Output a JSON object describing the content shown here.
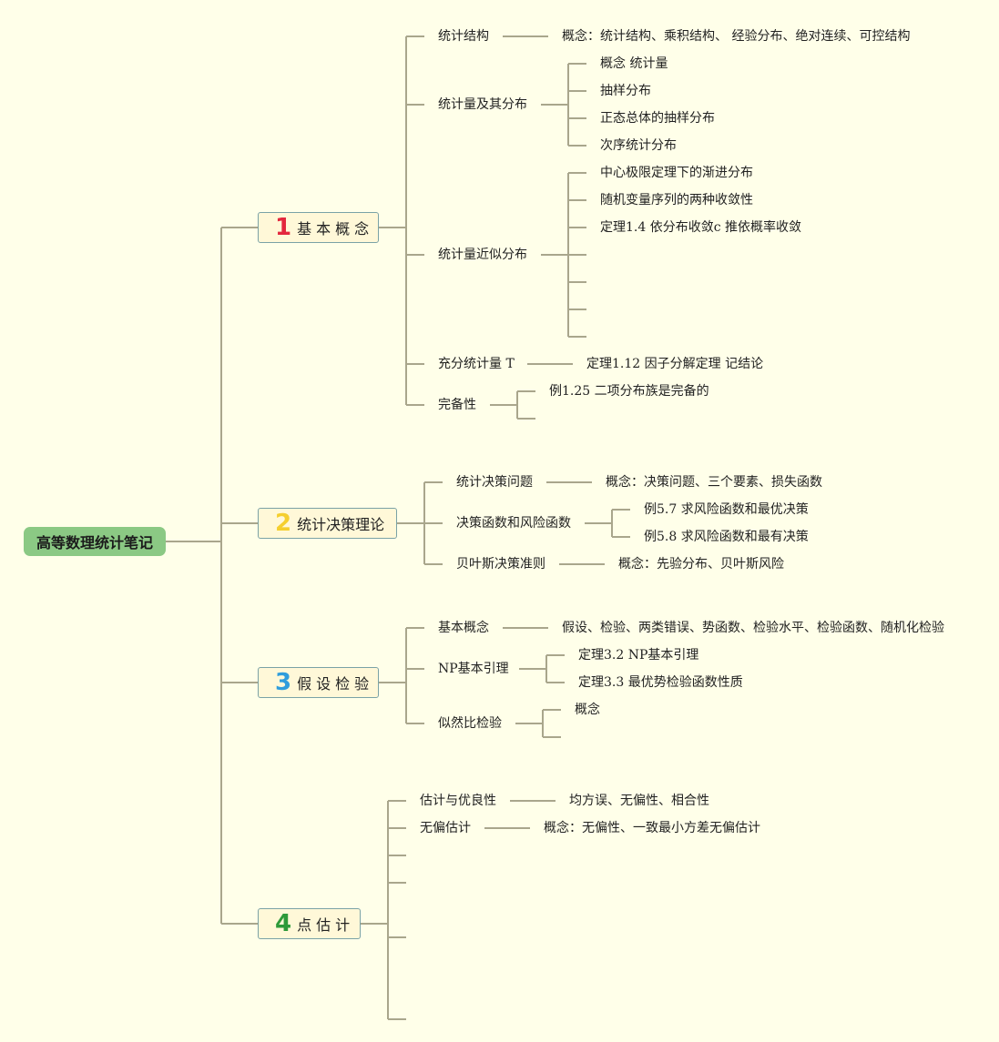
{
  "root": "高等数理统计笔记",
  "branches": [
    {
      "num": "1",
      "label": "基本概念",
      "num_color": "#e3273d"
    },
    {
      "num": "2",
      "label": "统计决策理论",
      "num_color": "#f5cf2e"
    },
    {
      "num": "3",
      "label": "假设检验",
      "num_color": "#2f9ddc"
    },
    {
      "num": "4",
      "label": "点估计",
      "num_color": "#2e9a3a"
    }
  ],
  "b1": {
    "s1": "统计结构",
    "s1_detail": "概念：统计结构、乘积结构、 经验分布、绝对连续、可控结构",
    "s2": "统计量及其分布",
    "s2_items": [
      "概念 统计量",
      "抽样分布",
      "正态总体的抽样分布",
      "次序统计分布"
    ],
    "s3": "统计量近似分布",
    "s3_items": [
      "中心极限定理下的渐进分布",
      "随机变量序列的两种收敛性",
      "定理1.4 依分布收敛c 推依概率收敛"
    ],
    "s4": "充分统计量 T",
    "s4_detail": "定理1.12 因子分解定理 记结论",
    "s5": "完备性",
    "s5_detail": "例1.25 二项分布族是完备的"
  },
  "b2": {
    "s1": "统计决策问题",
    "s1_detail": "概念：决策问题、三个要素、损失函数",
    "s2": "决策函数和风险函数",
    "s2_items": [
      "例5.7 求风险函数和最优决策",
      "例5.8 求风险函数和最有决策"
    ],
    "s3": "贝叶斯决策准则",
    "s3_detail": "概念：先验分布、贝叶斯风险"
  },
  "b3": {
    "s1": "基本概念",
    "s1_detail": "假设、检验、两类错误、势函数、检验水平、检验函数、随机化检验",
    "s2": "NP基本引理",
    "s2_items": [
      "定理3.2 NP基本引理",
      "定理3.3 最优势检验函数性质"
    ],
    "s3": "似然比检验",
    "s3_detail": "概念"
  },
  "b4": {
    "s1": "估计与优良性",
    "s1_detail": "均方误、无偏性、相合性",
    "s2": "无偏估计",
    "s2_detail": "概念：无偏性、一致最小方差无偏估计"
  }
}
